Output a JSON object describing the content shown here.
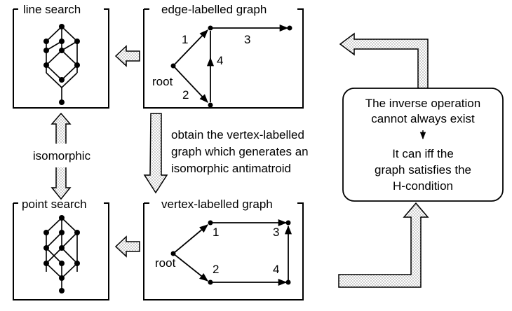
{
  "panels": {
    "line_search": {
      "title": "line search"
    },
    "edge_graph": {
      "title": "edge-labelled graph",
      "root_label": "root",
      "edge_labels": [
        "1",
        "2",
        "3",
        "4"
      ]
    },
    "point_search": {
      "title": "point search"
    },
    "vertex_graph": {
      "title": "vertex-labelled graph",
      "root_label": "root",
      "vertex_labels": [
        "1",
        "2",
        "3",
        "4"
      ]
    }
  },
  "labels": {
    "isomorphic": "isomorphic",
    "obtain": [
      "obtain the vertex-labelled",
      "graph which generates an",
      "isomorphic antimatroid"
    ]
  },
  "note_box": {
    "top_lines": [
      "The inverse operation",
      "cannot always exist"
    ],
    "bottom_lines": [
      "It can iff the",
      "graph satisfies the",
      "H-condition"
    ]
  }
}
